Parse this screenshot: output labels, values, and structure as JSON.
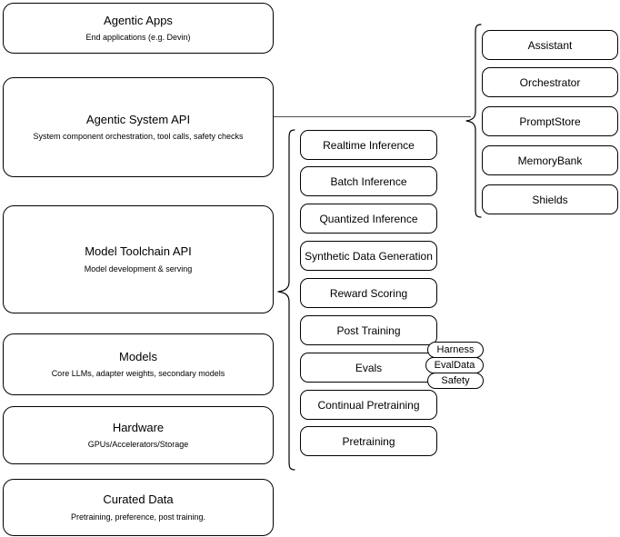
{
  "diagram": {
    "title": "Agentic AI stack layers",
    "stroke_color": "#000000",
    "connector_color": "#4d4d4d",
    "background": "#ffffff"
  },
  "layers": [
    {
      "title": "Agentic Apps",
      "subtitle": "End applications (e.g. Devin)"
    },
    {
      "title": "Agentic System API",
      "subtitle": "System component orchestration, tool calls, safety checks"
    },
    {
      "title": "Model Toolchain API",
      "subtitle": "Model development & serving"
    },
    {
      "title": "Models",
      "subtitle": "Core LLMs, adapter weights, secondary models"
    },
    {
      "title": "Hardware",
      "subtitle": "GPUs/Accelerators/Storage"
    },
    {
      "title": "Curated Data",
      "subtitle": "Pretraining, preference, post training."
    }
  ],
  "agentic_system_components": [
    {
      "label": "Assistant"
    },
    {
      "label": "Orchestrator"
    },
    {
      "label": "PromptStore"
    },
    {
      "label": "MemoryBank"
    },
    {
      "label": "Shields"
    }
  ],
  "toolchain_components": [
    {
      "label": "Realtime Inference"
    },
    {
      "label": "Batch Inference"
    },
    {
      "label": "Quantized Inference"
    },
    {
      "label": "Synthetic Data Generation"
    },
    {
      "label": "Reward Scoring"
    },
    {
      "label": "Post Training"
    },
    {
      "label": "Evals"
    },
    {
      "label": "Continual Pretraining"
    },
    {
      "label": "Pretraining"
    }
  ],
  "evals_subcomponents": [
    {
      "label": "Harness"
    },
    {
      "label": "EvalData"
    },
    {
      "label": "Safety"
    }
  ]
}
